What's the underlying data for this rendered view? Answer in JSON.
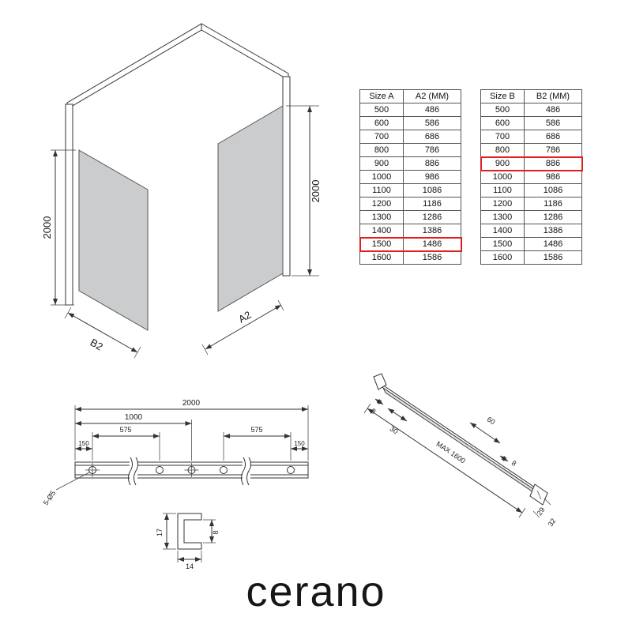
{
  "brand": {
    "logo_text": "cerano"
  },
  "tables": {
    "a": {
      "headers": [
        "Size A",
        "A2 (MM)"
      ],
      "rows": [
        [
          "500",
          "486"
        ],
        [
          "600",
          "586"
        ],
        [
          "700",
          "686"
        ],
        [
          "800",
          "786"
        ],
        [
          "900",
          "886"
        ],
        [
          "1000",
          "986"
        ],
        [
          "1100",
          "1086"
        ],
        [
          "1200",
          "1186"
        ],
        [
          "1300",
          "1286"
        ],
        [
          "1400",
          "1386"
        ],
        [
          "1500",
          "1486"
        ],
        [
          "1600",
          "1586"
        ]
      ],
      "highlight_row": 10,
      "highlight_color": "#e02020"
    },
    "b": {
      "headers": [
        "Size B",
        "B2 (MM)"
      ],
      "rows": [
        [
          "500",
          "486"
        ],
        [
          "600",
          "586"
        ],
        [
          "700",
          "686"
        ],
        [
          "800",
          "786"
        ],
        [
          "900",
          "886"
        ],
        [
          "1000",
          "986"
        ],
        [
          "1100",
          "1086"
        ],
        [
          "1200",
          "1186"
        ],
        [
          "1300",
          "1286"
        ],
        [
          "1400",
          "1386"
        ],
        [
          "1500",
          "1486"
        ],
        [
          "1600",
          "1586"
        ]
      ],
      "highlight_row": 4,
      "highlight_color": "#e02020"
    }
  },
  "shower_diagram": {
    "height_left": "2000",
    "height_right": "2000",
    "width_left": "B2",
    "width_right": "A2"
  },
  "profile_diagram": {
    "dim_total": "2000",
    "dim_half": "1000",
    "dim_span_left": "575",
    "dim_span_right": "575",
    "dim_end_left": "150",
    "dim_end_right": "150",
    "holes_label": "5-Ø5",
    "section_height": "17",
    "section_inner": "8",
    "section_width": "14"
  },
  "bar_diagram": {
    "dim_a": "8",
    "dim_b": "30",
    "dim_c": "60",
    "dim_d": "8",
    "length_label": "MAX 1600",
    "end_dim_a": "29",
    "end_dim_b": "32"
  }
}
